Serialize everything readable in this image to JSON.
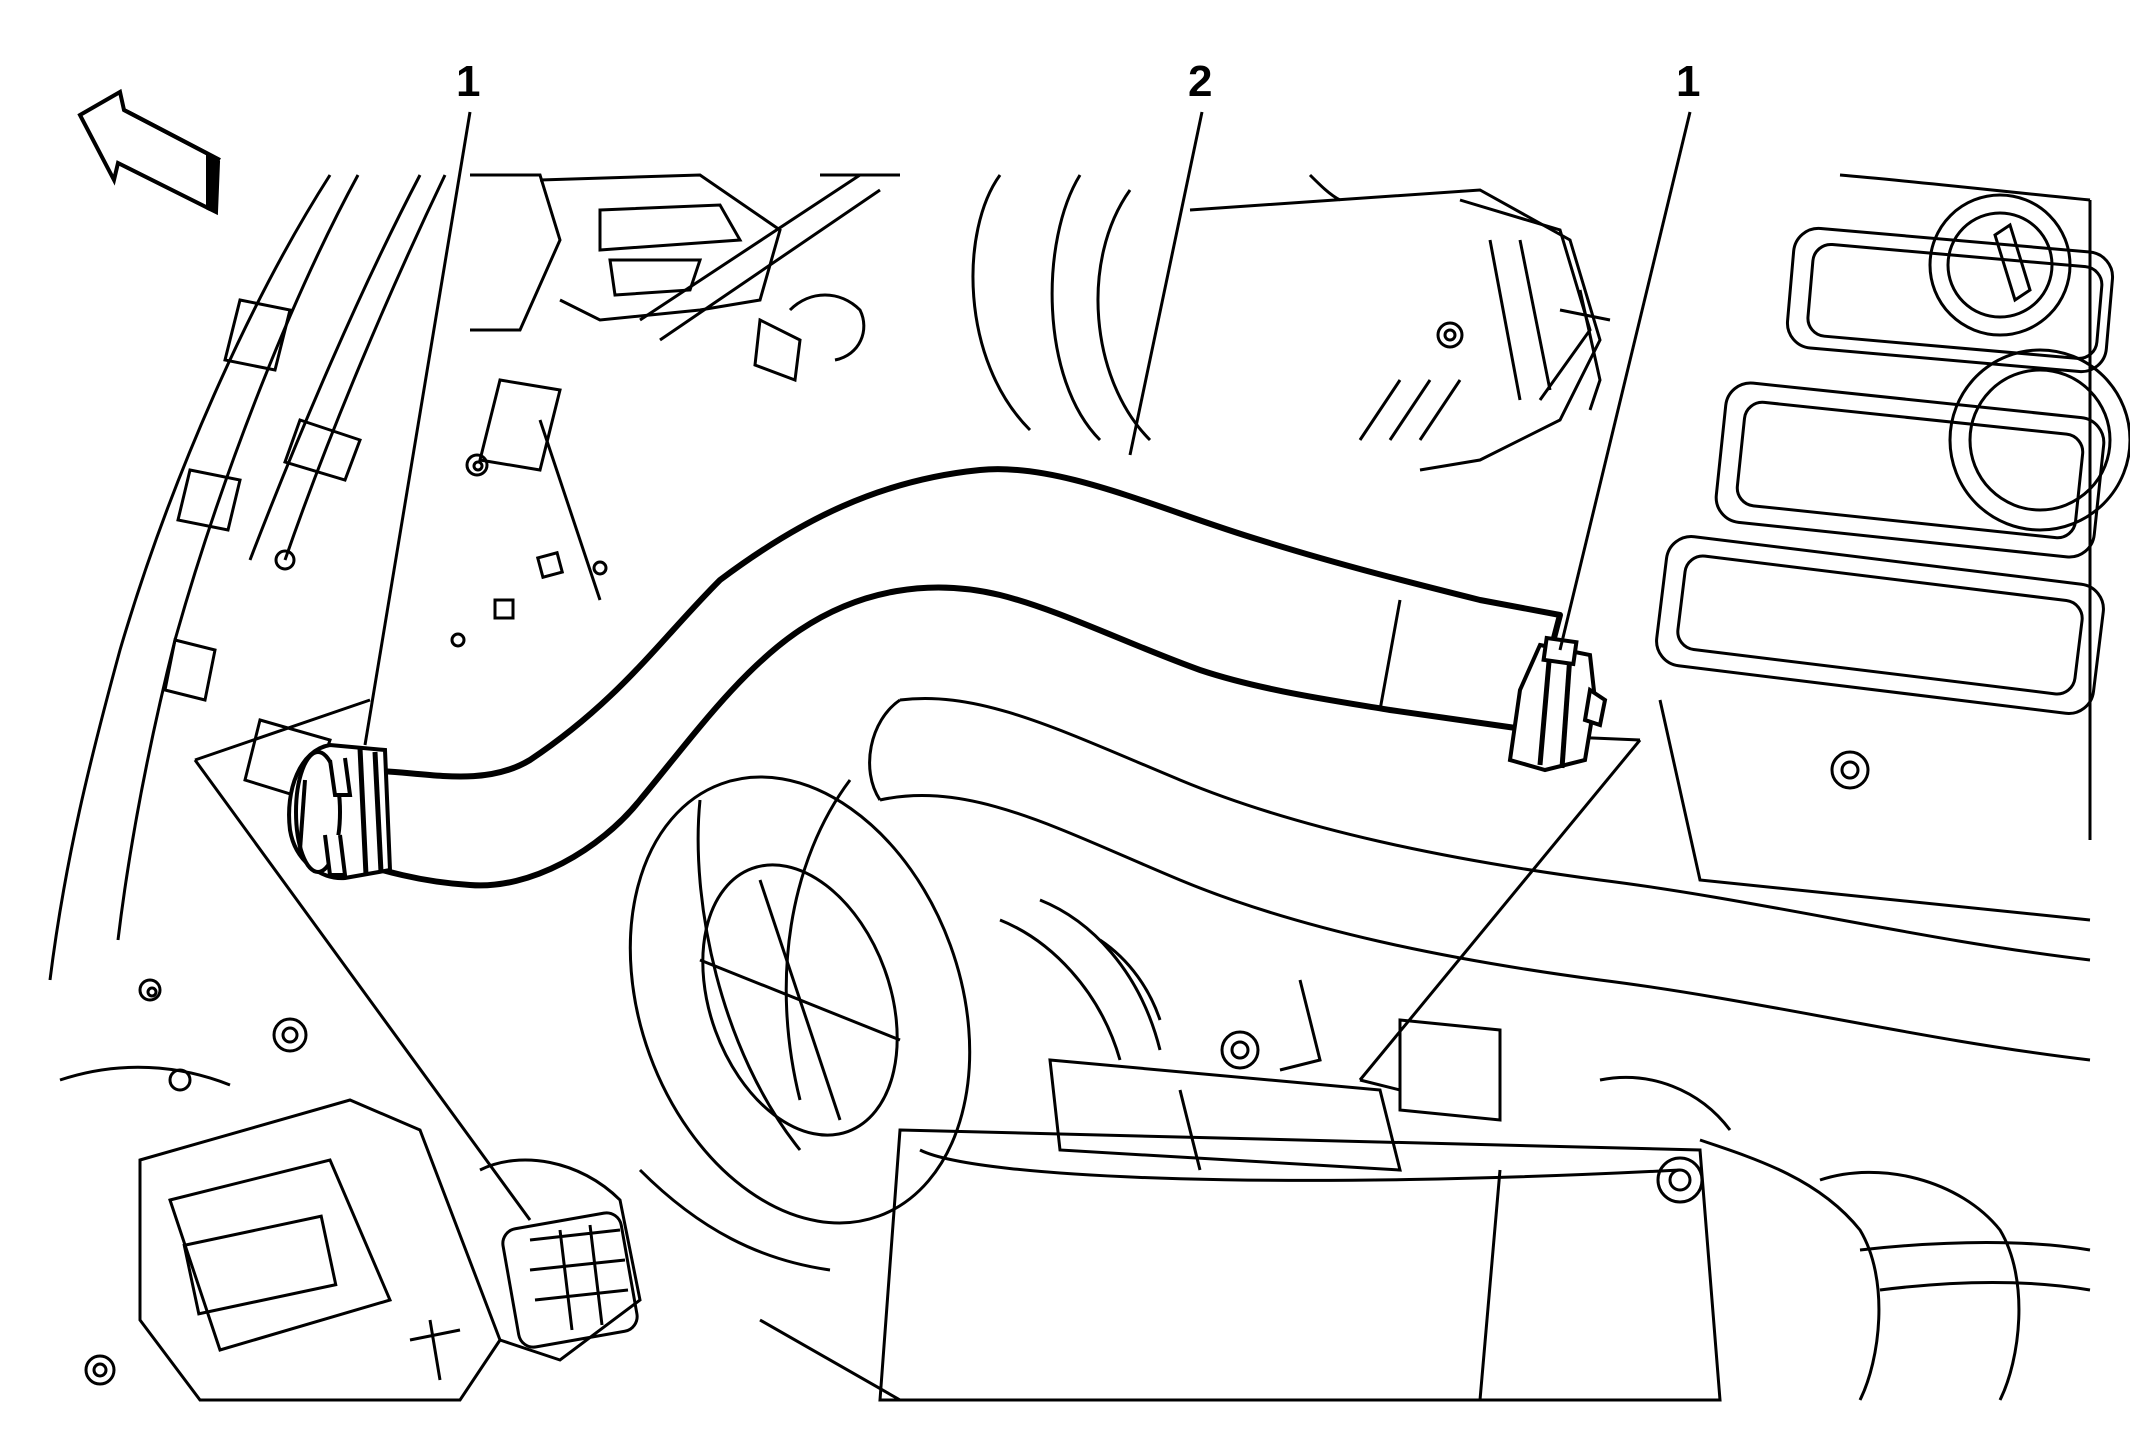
{
  "illustration": {
    "callouts": [
      {
        "id": "callout-1a",
        "label": "1",
        "refers_to": "hose-clamp"
      },
      {
        "id": "callout-2",
        "label": "2",
        "refers_to": "radiator-hose"
      },
      {
        "id": "callout-1b",
        "label": "1",
        "refers_to": "hose-clamp"
      }
    ],
    "icons": {
      "direction_arrow": "front-direction-arrow-icon"
    },
    "colors": {
      "line": "#000000",
      "background": "#ffffff"
    }
  }
}
